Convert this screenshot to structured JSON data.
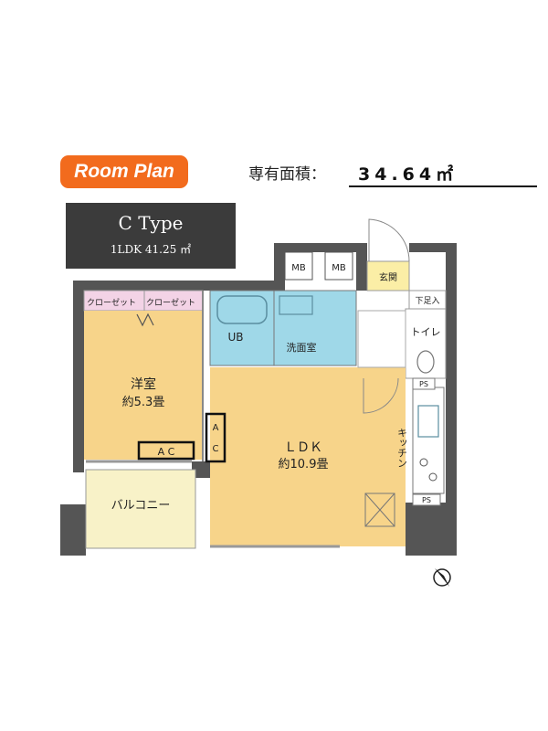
{
  "header": {
    "badge": "Room Plan",
    "area_label": "専有面積：",
    "area_value": "34.64㎡"
  },
  "type_box": {
    "title": "C Type",
    "subtitle": "1LDK 41.25 ㎡"
  },
  "rooms": {
    "closet_1": "クローゼット",
    "closet_2": "クローゼット",
    "bedroom_name": "洋室",
    "bedroom_size": "約5.3畳",
    "ac_horizontal": "A C",
    "ac_vertical_a": "A",
    "ac_vertical_c": "C",
    "balcony": "バルコニー",
    "unit_bath": "UB",
    "washroom": "洗面室",
    "mb_1": "MB",
    "mb_2": "MB",
    "entrance": "玄関",
    "shoe_storage": "下足入",
    "toilet": "トイレ",
    "ps_1": "PS",
    "ps_2": "PS",
    "kitchen": "キッチン",
    "ldk_name": "ＬＤＫ",
    "ldk_size": "約10.9畳"
  },
  "colors": {
    "badge": "#f26b1d",
    "wall": "#555555",
    "bedroom": "#f7d48a",
    "ldk": "#f7d48a",
    "bath": "#9fd8e8",
    "entrance": "#fbeea6",
    "closet": "#f3d3e6",
    "balcony": "#f8f2c8",
    "ac_frame": "#111111"
  },
  "icons": [
    "compass-north-icon"
  ]
}
